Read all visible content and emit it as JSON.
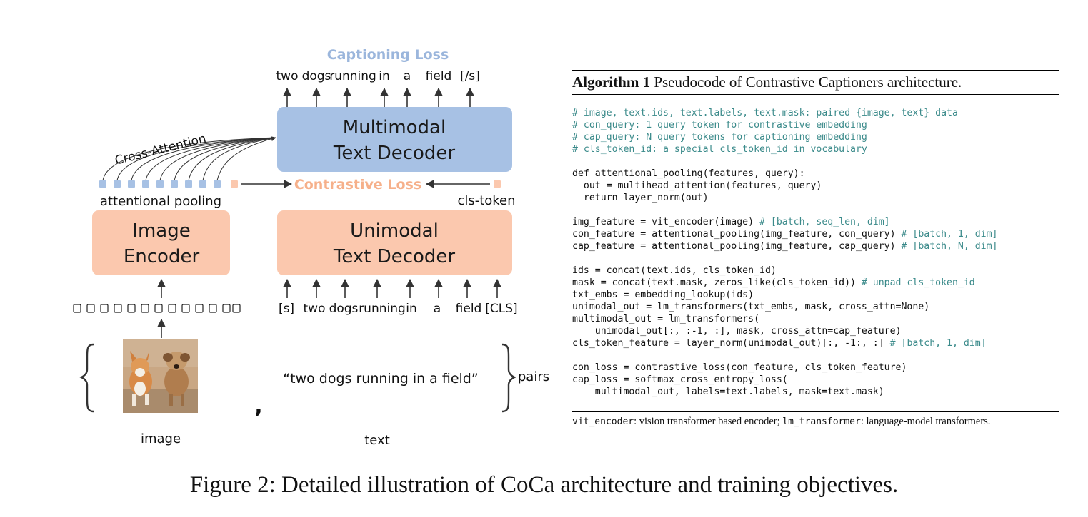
{
  "diagram": {
    "captioning_loss": "Captioning Loss",
    "output_tokens": [
      "two",
      "dogs",
      "running",
      "in",
      "a",
      "field",
      "[/s]"
    ],
    "multimodal_decoder": [
      "Multimodal",
      "Text Decoder"
    ],
    "cross_attention": "Cross-Attention",
    "attentional_pooling": "attentional pooling",
    "contrastive_loss": "Contrastive Loss",
    "cls_token": "cls-token",
    "image_encoder": [
      "Image",
      "Encoder"
    ],
    "unimodal_decoder": [
      "Unimodal",
      "Text Decoder"
    ],
    "input_tokens": [
      "[s]",
      "two",
      "dogs",
      "running",
      "in",
      "a",
      "field",
      "[CLS]"
    ],
    "text_sample": "“two dogs running in a field”",
    "comma": ",",
    "pairs": "pairs",
    "image_label": "image",
    "text_label": "text",
    "colors": {
      "blue_box": "#a7c1e4",
      "orange_box": "#fbc8ae",
      "blue_text": "#9bb6dc",
      "orange_text": "#f6b08a"
    }
  },
  "algorithm": {
    "number": "Algorithm 1",
    "title": "Pseudocode of Contrastive Captioners architecture.",
    "lines": [
      {
        "code": "",
        "comment": "# image, text.ids, text.labels, text.mask: paired {image, text} data"
      },
      {
        "code": "",
        "comment": "# con_query: 1 query token for contrastive embedding"
      },
      {
        "code": "",
        "comment": "# cap_query: N query tokens for captioning embedding"
      },
      {
        "code": "",
        "comment": "# cls_token_id: a special cls_token_id in vocabulary"
      },
      {
        "code": "",
        "comment": ""
      },
      {
        "code": "def attentional_pooling(features, query):",
        "comment": ""
      },
      {
        "code": "  out = multihead_attention(features, query)",
        "comment": ""
      },
      {
        "code": "  return layer_norm(out)",
        "comment": ""
      },
      {
        "code": "",
        "comment": ""
      },
      {
        "code": "img_feature = vit_encoder(image) ",
        "comment": "# [batch, seq_len, dim]"
      },
      {
        "code": "con_feature = attentional_pooling(img_feature, con_query) ",
        "comment": "# [batch, 1, dim]"
      },
      {
        "code": "cap_feature = attentional_pooling(img_feature, cap_query) ",
        "comment": "# [batch, N, dim]"
      },
      {
        "code": "",
        "comment": ""
      },
      {
        "code": "ids = concat(text.ids, cls_token_id)",
        "comment": ""
      },
      {
        "code": "mask = concat(text.mask, zeros_like(cls_token_id)) ",
        "comment": "# unpad cls_token_id"
      },
      {
        "code": "txt_embs = embedding_lookup(ids)",
        "comment": ""
      },
      {
        "code": "unimodal_out = lm_transformers(txt_embs, mask, cross_attn=None)",
        "comment": ""
      },
      {
        "code": "multimodal_out = lm_transformers(",
        "comment": ""
      },
      {
        "code": "    unimodal_out[:, :-1, :], mask, cross_attn=cap_feature)",
        "comment": ""
      },
      {
        "code": "cls_token_feature = layer_norm(unimodal_out)[:, -1:, :] ",
        "comment": "# [batch, 1, dim]"
      },
      {
        "code": "",
        "comment": ""
      },
      {
        "code": "con_loss = contrastive_loss(con_feature, cls_token_feature)",
        "comment": ""
      },
      {
        "code": "cap_loss = softmax_cross_entropy_loss(",
        "comment": ""
      },
      {
        "code": "    multimodal_out, labels=text.labels, mask=text.mask)",
        "comment": ""
      }
    ],
    "footnote": {
      "term1": "vit_encoder",
      "desc1": ": vision transformer based encoder; ",
      "term2": "lm_transformer",
      "desc2": ": language-model transformers."
    }
  },
  "caption": "Figure 2: Detailed illustration of CoCa architecture and training objectives."
}
